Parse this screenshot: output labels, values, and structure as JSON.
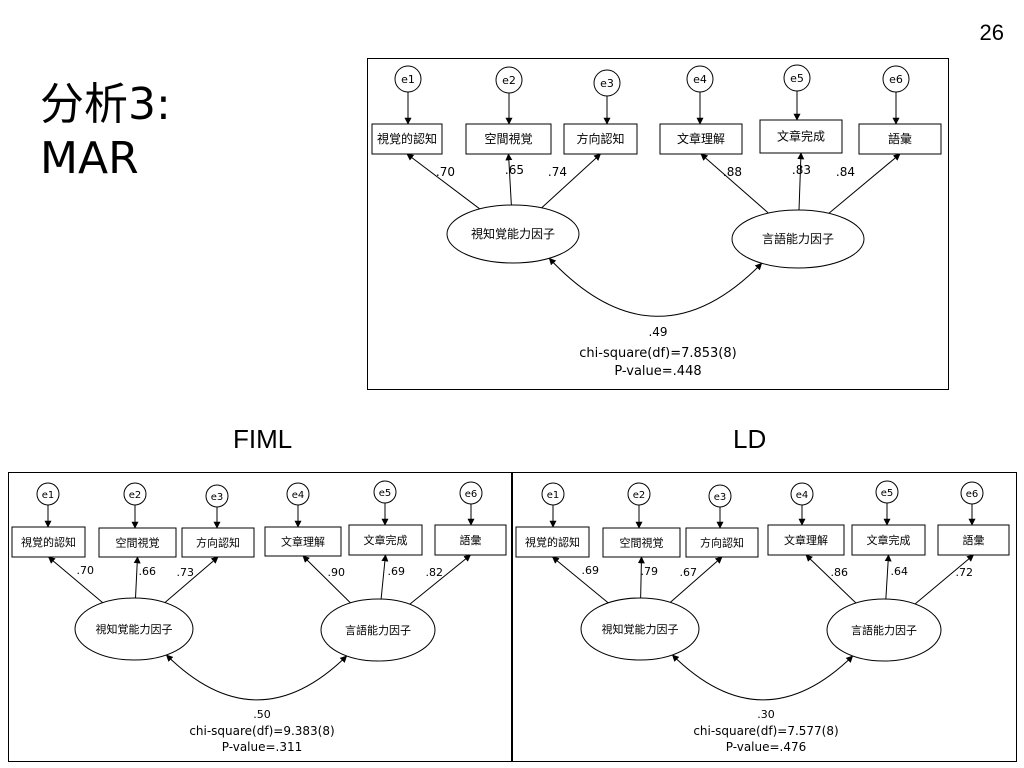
{
  "slide": {
    "number": "26",
    "title": "分析3:\nMAR"
  },
  "labels": {
    "fiml": "FIML",
    "ld": "LD"
  },
  "structure": {
    "errors": [
      "e1",
      "e2",
      "e3",
      "e4",
      "e5",
      "e6"
    ],
    "observed": [
      "視覚的認知",
      "空間視覚",
      "方向認知",
      "文章理解",
      "文章完成",
      "語彙"
    ],
    "factors": [
      "視知覚能力因子",
      "言語能力因子"
    ]
  },
  "diagrams": [
    {
      "id": "mar",
      "loadings": [
        ".70",
        ".65",
        ".74",
        ".88",
        ".83",
        ".84"
      ],
      "correlation": ".49",
      "chi_square": "chi-square(df)=7.853(8)",
      "p_value": "P-value=.448"
    },
    {
      "id": "fiml",
      "loadings": [
        ".70",
        ".66",
        ".73",
        ".90",
        ".69",
        ".82"
      ],
      "correlation": ".50",
      "chi_square": "chi-square(df)=9.383(8)",
      "p_value": "P-value=.311"
    },
    {
      "id": "ld",
      "loadings": [
        ".69",
        ".79",
        ".67",
        ".86",
        ".64",
        ".72"
      ],
      "correlation": ".30",
      "chi_square": "chi-square(df)=7.577(8)",
      "p_value": "P-value=.476"
    }
  ]
}
